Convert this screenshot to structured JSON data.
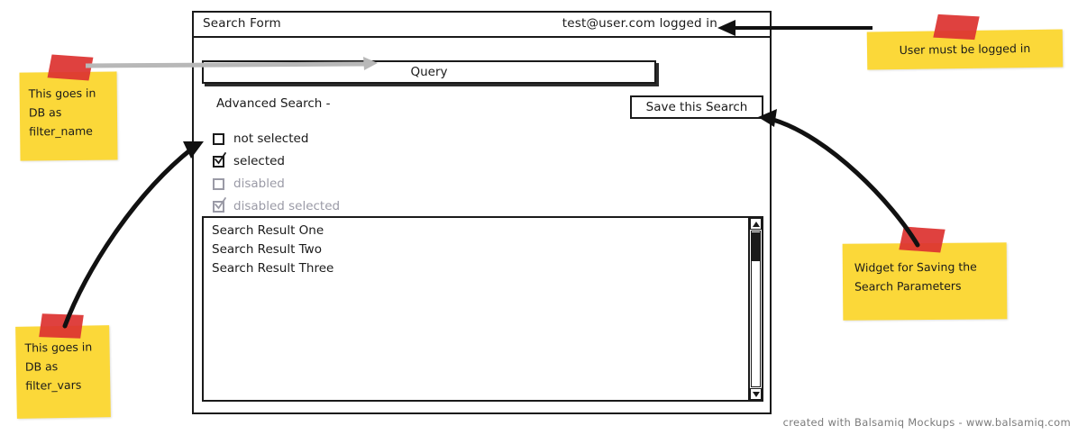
{
  "window": {
    "title": "Search Form",
    "user_status": "test@user.com logged in"
  },
  "query": {
    "label": "Query",
    "value": "Query"
  },
  "advanced_search": {
    "label": "Advanced Search -",
    "checkboxes": [
      {
        "label": "not selected",
        "checked": false,
        "disabled": false
      },
      {
        "label": "selected",
        "checked": true,
        "disabled": false
      },
      {
        "label": "disabled",
        "checked": false,
        "disabled": true
      },
      {
        "label": "disabled selected",
        "checked": true,
        "disabled": true
      }
    ]
  },
  "save_search": {
    "label": "Save this Search"
  },
  "results": {
    "items": [
      "Search Result One",
      "Search Result Two",
      "Search Result Three"
    ]
  },
  "notes": {
    "filter_name": {
      "line1": "This goes in",
      "line2": "DB as",
      "line3": "filter_name"
    },
    "filter_vars": {
      "line1": "This goes in",
      "line2": "DB as",
      "line3": "filter_vars"
    },
    "logged_in": {
      "line1": "User must be logged in"
    },
    "widget_save": {
      "line1": "Widget for Saving the",
      "line2": "Search Parameters"
    }
  },
  "footer": {
    "credit": "created with Balsamiq Mockups - www.balsamiq.com"
  },
  "colors": {
    "sticky_yellow": "#FBD839",
    "tape_red": "#DD3330",
    "ink": "#1a1a1a",
    "disabled_gray": "#9a9aa6",
    "gray_arrow": "#b8b8b8",
    "footer_gray": "#7b7b7b"
  }
}
